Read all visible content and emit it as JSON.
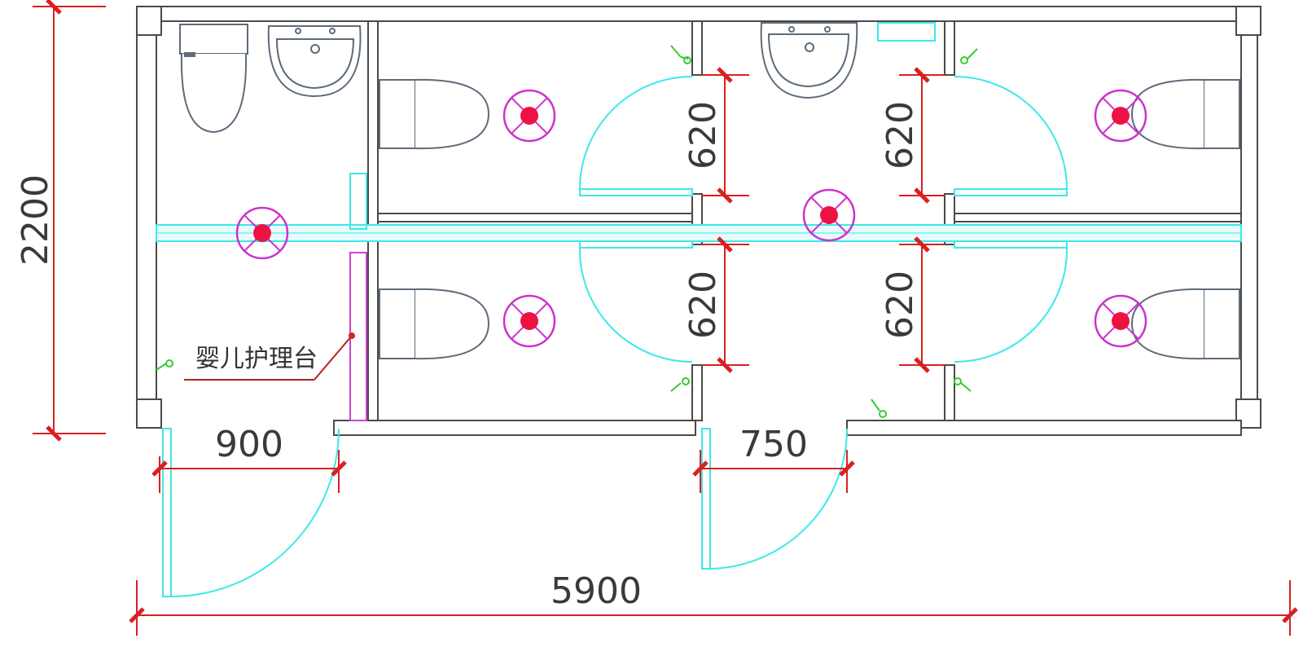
{
  "dimensions": {
    "total_width": "5900",
    "total_depth": "2200",
    "door_left": "900",
    "door_right": "750",
    "stall_upper_left": "620",
    "stall_upper_right": "620",
    "stall_lower_left": "620",
    "stall_lower_right": "620"
  },
  "labels": {
    "baby_changing_table": "婴儿护理台"
  },
  "colors": {
    "dimension_line": "#d92020",
    "door_swing": "#3ee8e8",
    "floor_drain": "#cc33cc",
    "drain_center": "#ee1144",
    "walls": "#4a4a4a",
    "fixtures": "#5d6b7a",
    "hooks": "#33cc33"
  }
}
